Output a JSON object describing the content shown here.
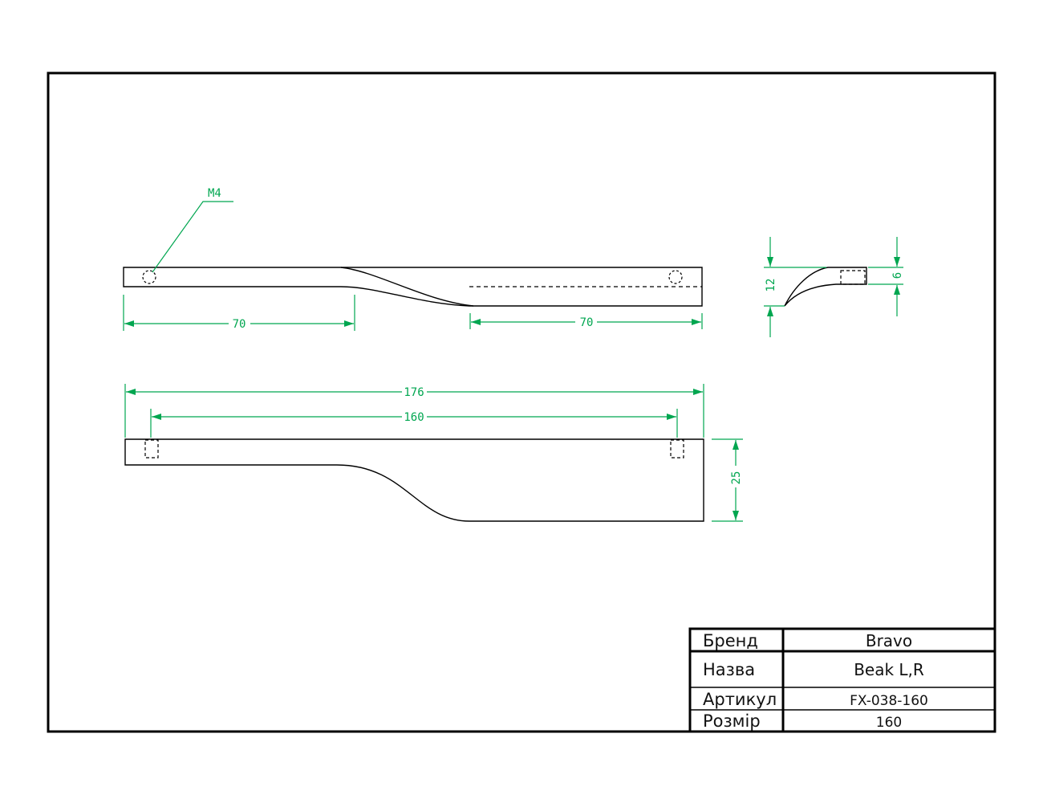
{
  "colors": {
    "outline": "#000000",
    "dimension": "#00a650",
    "hidden": "#000000"
  },
  "dimensions": {
    "thread": "M4",
    "hole_left": "70",
    "hole_right": "70",
    "total_length": "176",
    "hole_spacing": "160",
    "height": "25",
    "profile_height": "12",
    "profile_thread": "6"
  },
  "title_block": {
    "rows": [
      {
        "label": "Бренд",
        "value": "Bravo"
      },
      {
        "label": "Назва",
        "value": "Beak L,R"
      },
      {
        "label": "Артикул",
        "value": "FX-038-160"
      },
      {
        "label": "Розмір",
        "value": "160"
      }
    ]
  }
}
